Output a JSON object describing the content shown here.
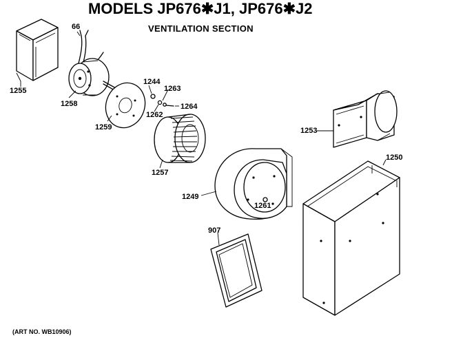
{
  "header": {
    "title": "MODELS JP676✱J1, JP676✱J2",
    "subtitle": "VENTILATION SECTION"
  },
  "parts": {
    "p1255": "1255",
    "p66": "66",
    "p1258": "1258",
    "p1259": "1259",
    "p1244": "1244",
    "p1263": "1263",
    "p1264": "1264",
    "p1262": "1262",
    "p1257": "1257",
    "p1253": "1253",
    "p1250": "1250",
    "p1249": "1249",
    "p1261": "1261",
    "p907": "907"
  },
  "footer": {
    "art_no": "(ART NO. WB10906)"
  }
}
